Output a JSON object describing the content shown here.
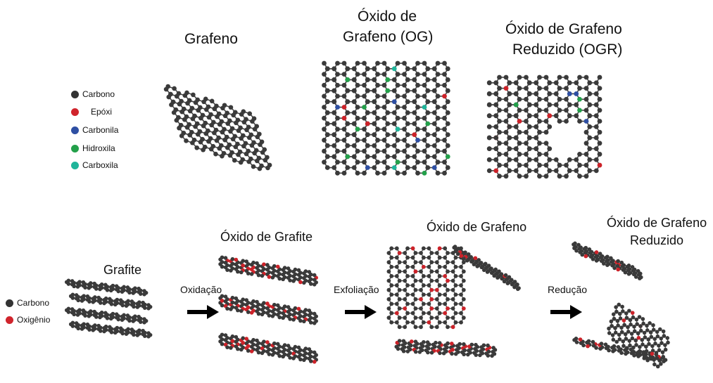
{
  "top": {
    "titles": [
      "Grafeno",
      "Óxido de",
      "Grafeno (OG)",
      "Óxido de Grafeno",
      "Reduzido (OGR)"
    ],
    "legend": [
      {
        "label": "Carbono",
        "color": "#333333"
      },
      {
        "label": "Epóxi",
        "color": "#d0242c"
      },
      {
        "label": "Carbonila",
        "color": "#2e4fa3"
      },
      {
        "label": "Hidroxila",
        "color": "#23a04a"
      },
      {
        "label": "Carboxila",
        "color": "#1fb59a"
      }
    ]
  },
  "bottom": {
    "titles": [
      "Grafite",
      "Óxido de Grafite",
      "Óxido de Grafeno",
      "Óxido de Grafeno",
      "Reduzido"
    ],
    "steps": [
      "Oxidação",
      "Exfoliação",
      "Redução"
    ],
    "legend": [
      {
        "label": "Carbono",
        "color": "#333333"
      },
      {
        "label": "Oxigênio",
        "color": "#d0242c"
      }
    ]
  },
  "colors": {
    "carbon": "#3a3a3a",
    "bond": "#444444",
    "oxygen": "#cc2229",
    "carbonyl": "#2e4fa3",
    "hydroxyl": "#23a04a",
    "carboxyl": "#1fb59a"
  },
  "icons": [
    "arrow-right-icon"
  ]
}
